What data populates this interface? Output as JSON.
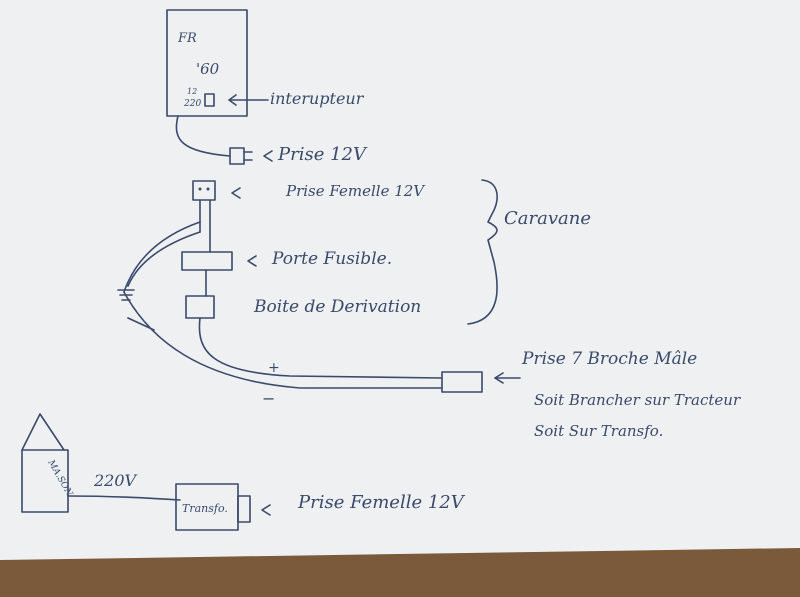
{
  "colors": {
    "ink": "#3a4a6a",
    "paper": "#eef0f2",
    "table": "#7a5a3a"
  },
  "device": {
    "line1": "FR",
    "line2": "'60",
    "voltage_top": "12",
    "voltage_bottom": "220",
    "switch_label": "interupteur"
  },
  "labels": {
    "plug_12v": "Prise 12V",
    "female_socket": "Prise Femelle 12V",
    "fuse_holder": "Porte Fusible.",
    "junction_box": "Boite de Derivation",
    "caravan": "Caravane",
    "plus": "+",
    "minus": "−",
    "plug_7pin_line1": "Prise 7 Broche Mâle",
    "plug_7pin_line2": "Soit Brancher sur Tracteur",
    "plug_7pin_line3": "Soit Sur Transfo.",
    "house_text": "MA.SON",
    "mains_voltage": "220V",
    "transformer": "Transfo.",
    "female_socket_bottom": "Prise Femelle 12V"
  }
}
